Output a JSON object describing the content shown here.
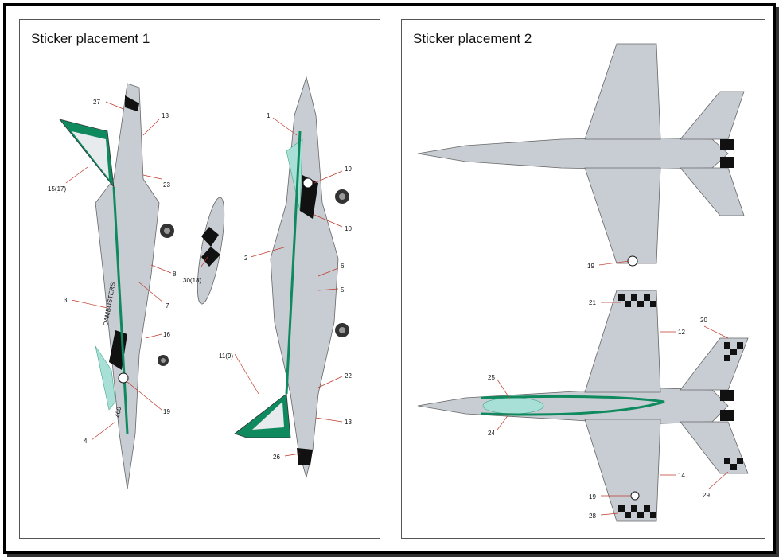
{
  "panels": [
    {
      "title": "Sticker placement 1"
    },
    {
      "title": "Sticker placement 2"
    }
  ],
  "colors": {
    "gray": "#c8cdd3",
    "green": "#0f8a5f",
    "black": "#111111",
    "canopy": "#a8e0d8"
  },
  "aircraft_markings": {
    "modex": "400",
    "squadron": "DAMBUSTERS"
  },
  "callouts_p1": [
    "27",
    "13",
    "15(17)",
    "23",
    "8",
    "7",
    "3",
    "16",
    "19",
    "4",
    "30(18)",
    "1",
    "19",
    "10",
    "2",
    "6",
    "5",
    "11(9)",
    "22",
    "13",
    "26"
  ],
  "callouts_p2": [
    "19",
    "21",
    "12",
    "20",
    "25",
    "24",
    "14",
    "29",
    "19",
    "28"
  ]
}
